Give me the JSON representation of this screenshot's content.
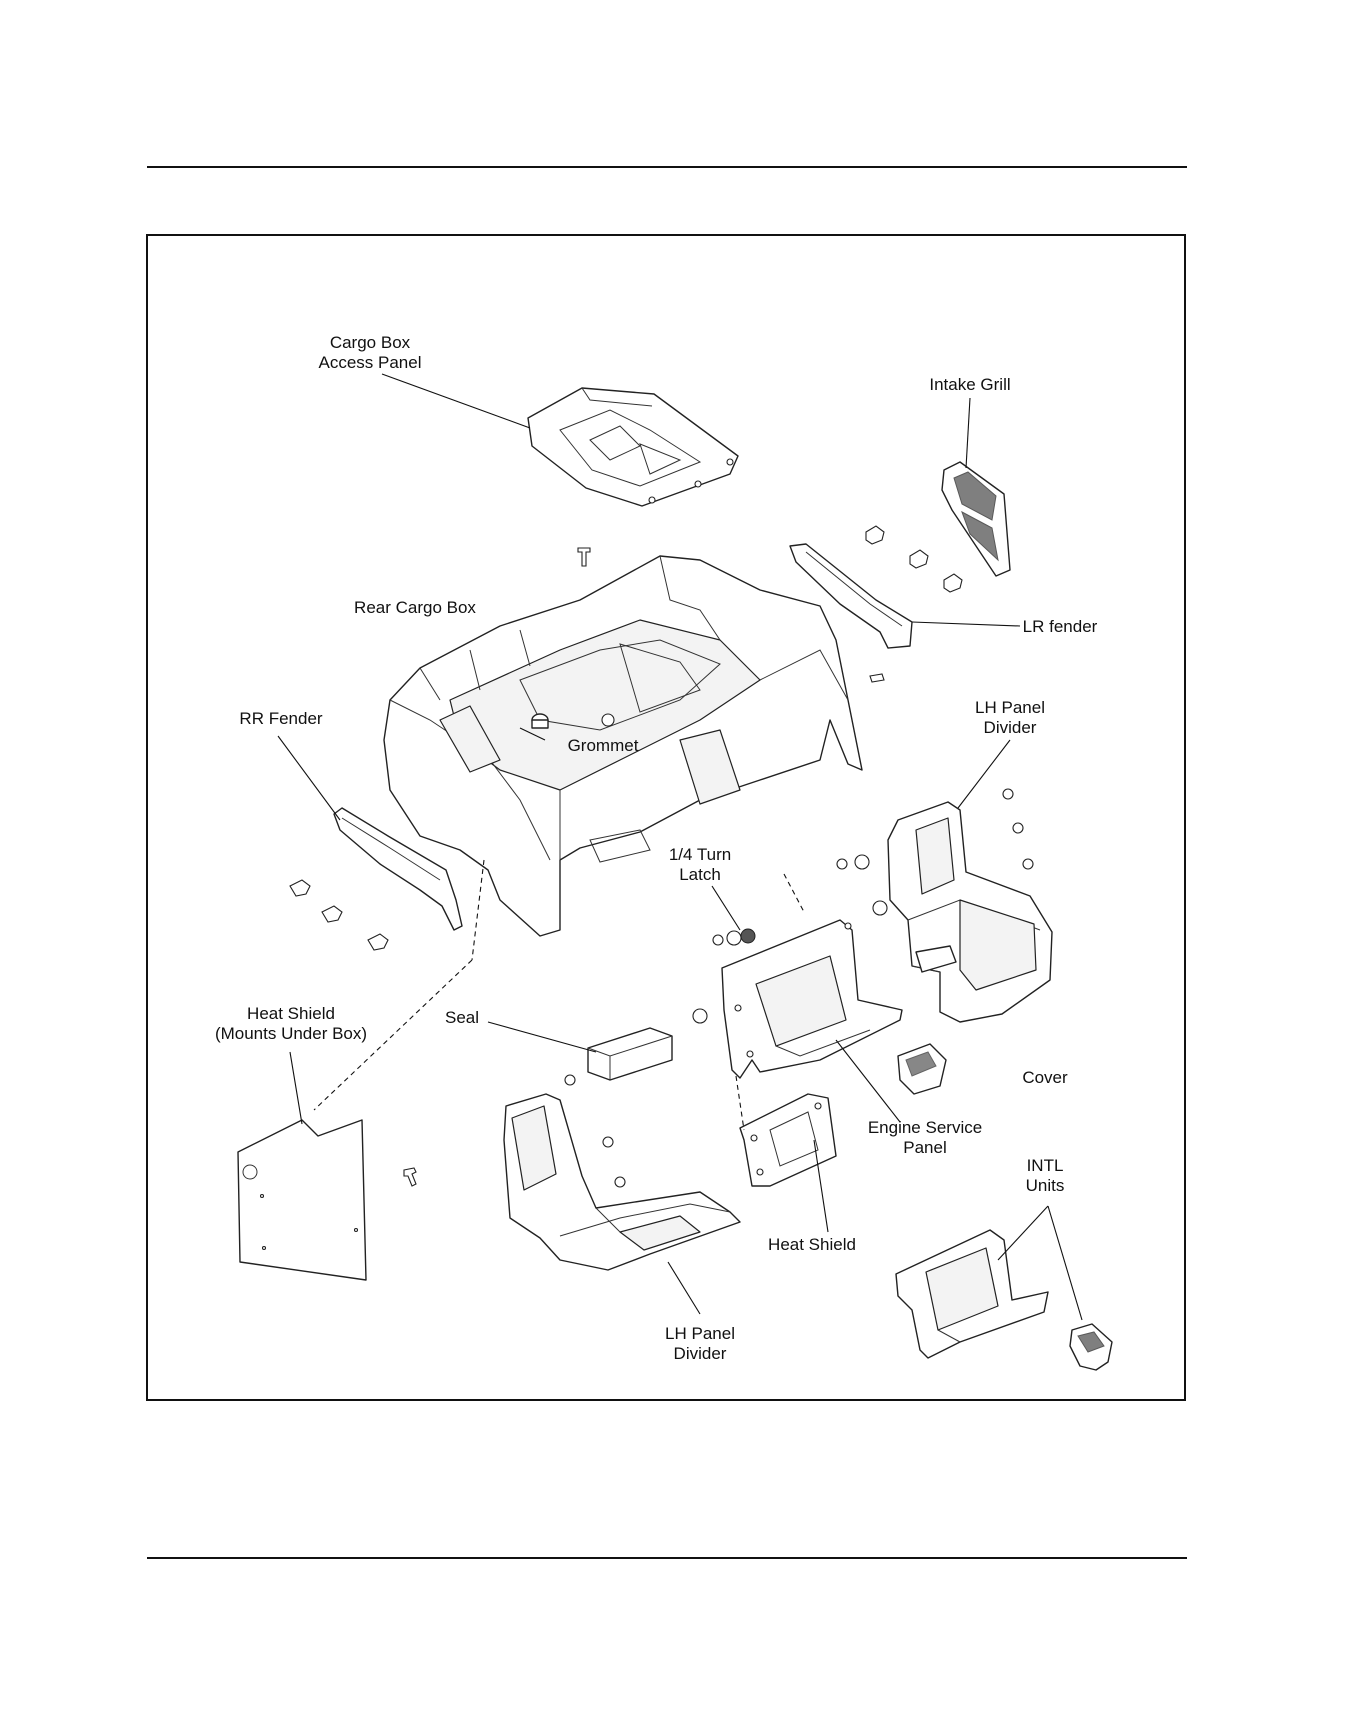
{
  "labels": {
    "cargo_box_access_panel": [
      "Cargo Box",
      "Access Panel"
    ],
    "intake_grill": [
      "Intake Grill"
    ],
    "rear_cargo_box": [
      "Rear Cargo Box"
    ],
    "lr_fender": [
      "LR fender"
    ],
    "rr_fender": [
      "RR Fender"
    ],
    "grommet": [
      "Grommet"
    ],
    "lh_panel_divider_upper": [
      "LH Panel",
      "Divider"
    ],
    "quarter_turn_latch": [
      "1/4 Turn",
      "Latch"
    ],
    "heat_shield_mounts_under_box": [
      "Heat Shield",
      "(Mounts Under Box)"
    ],
    "seal": [
      "Seal"
    ],
    "cover": [
      "Cover"
    ],
    "engine_service_panel": [
      "Engine Service",
      "Panel"
    ],
    "intl_units": [
      "INTL",
      "Units"
    ],
    "heat_shield": [
      "Heat Shield"
    ],
    "lh_panel_divider_lower": [
      "LH Panel",
      "Divider"
    ]
  }
}
